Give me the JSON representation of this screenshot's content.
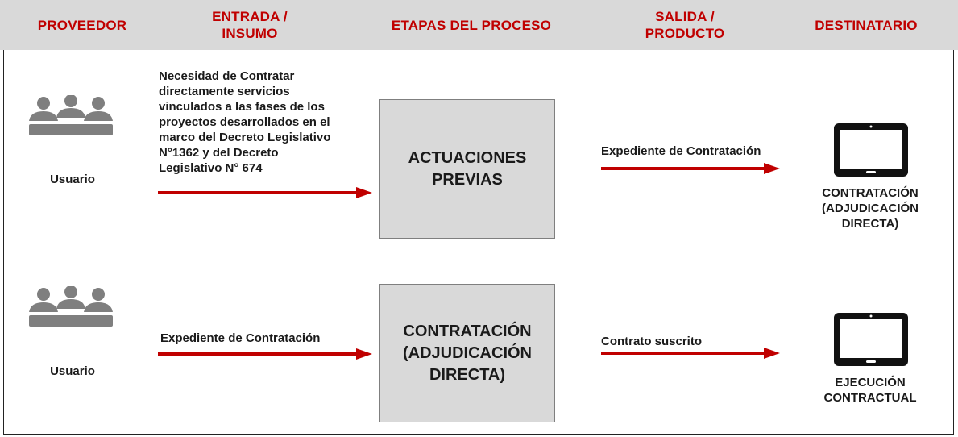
{
  "header": {
    "col1": "PROVEEDOR",
    "col2_line1": "ENTRADA /",
    "col2_line2": "INSUMO",
    "col3": "ETAPAS DEL PROCESO",
    "col4_line1": "SALIDA /",
    "col4_line2": "PRODUCTO",
    "col5": "DESTINATARIO"
  },
  "row1": {
    "provider_icon": "people-group-icon",
    "provider": "Usuario",
    "input_lines": [
      "Necesidad de Contratar",
      "directamente servicios",
      "vinculados a las fases de los",
      "proyectos desarrollados en el",
      "marco del Decreto Legislativo",
      "N°1362 y del Decreto",
      "Legislativo N° 674"
    ],
    "stage_line1": "ACTUACIONES",
    "stage_line2": "PREVIAS",
    "output": "Expediente de Contratación",
    "recipient_icon": "tablet-icon",
    "recipient_line1": "CONTRATACIÓN",
    "recipient_line2": "(ADJUDICACIÓN",
    "recipient_line3": "DIRECTA)"
  },
  "row2": {
    "provider_icon": "people-group-icon",
    "provider": "Usuario",
    "input": "Expediente de Contratación",
    "stage_line1": "CONTRATACIÓN",
    "stage_line2": "(ADJUDICACIÓN",
    "stage_line3": "DIRECTA)",
    "output": "Contrato suscrito",
    "recipient_icon": "tablet-icon",
    "recipient_line1": "EJECUCIÓN",
    "recipient_line2": "CONTRACTUAL"
  },
  "colors": {
    "header_bg": "#d9d9d9",
    "header_text": "#c00000",
    "arrow": "#c00000",
    "box_fill": "#d9d9d9",
    "icon_gray": "#7f7f7f"
  }
}
